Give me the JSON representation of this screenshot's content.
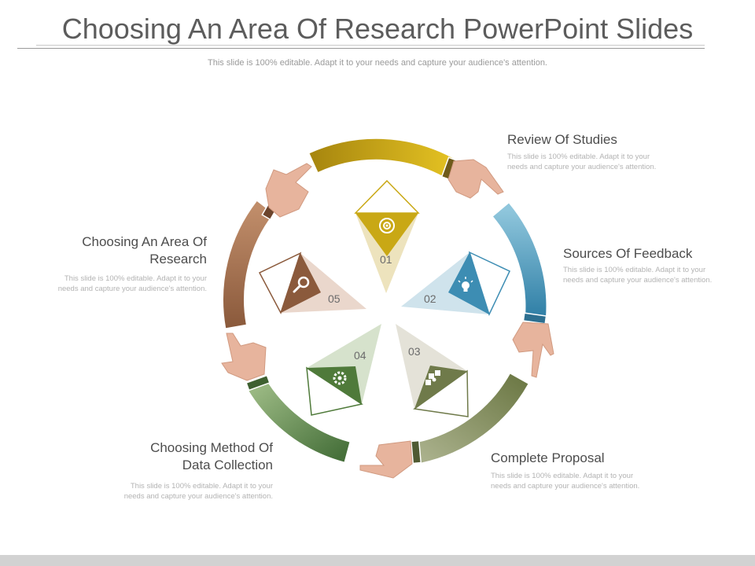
{
  "title": "Choosing An Area Of Research PowerPoint Slides",
  "subtitle": "This slide is 100% editable. Adapt it to your needs and capture your audience's attention.",
  "steps": [
    {
      "num": "01",
      "label": "Review Of Studies",
      "desc_line1": "This slide is 100% editable. Adapt it to your",
      "desc_line2": "needs and capture your audience's attention.",
      "color": "#c9a815",
      "icon": "target-icon"
    },
    {
      "num": "02",
      "label": "Sources Of Feedback",
      "desc_line1": "This slide is 100% editable. Adapt it to your",
      "desc_line2": "needs and capture your audience's attention.",
      "color": "#3d8db3",
      "icon": "lightbulb-icon"
    },
    {
      "num": "03",
      "label": "Complete Proposal",
      "desc_line1": "This slide is 100% editable. Adapt it to your",
      "desc_line2": "needs and capture your audience's attention.",
      "color": "#6f7a4a",
      "icon": "puzzle-icon"
    },
    {
      "num": "04",
      "label_line1": "Choosing Method Of",
      "label_line2": "Data Collection",
      "desc_line1": "This slide is 100% editable. Adapt it to your",
      "desc_line2": "needs and capture your audience's attention.",
      "color": "#4f7a3a",
      "icon": "gear-icon"
    },
    {
      "num": "05",
      "label_line1": "Choosing An Area Of",
      "label_line2": "Research",
      "desc_line1": "This slide is 100% editable. Adapt it to your",
      "desc_line2": "needs and capture your audience's attention.",
      "color": "#8b5a3c",
      "icon": "search-icon"
    }
  ]
}
